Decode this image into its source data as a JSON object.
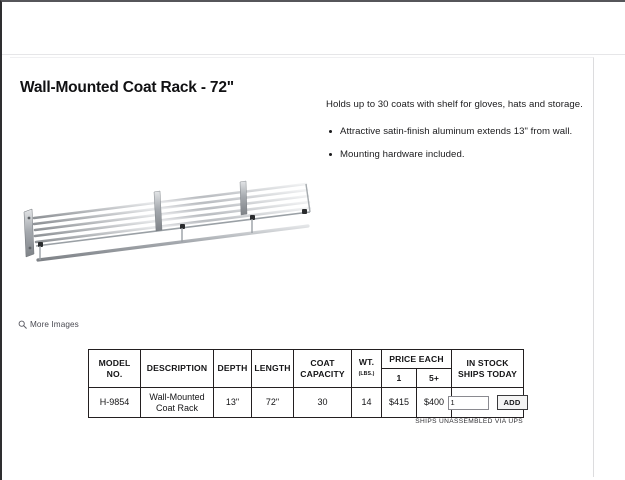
{
  "product": {
    "title": "Wall-Mounted Coat Rack - 72\"",
    "intro": "Holds up to 30 coats with shelf for gloves, hats and storage.",
    "features": [
      "Attractive satin-finish aluminum extends 13\" from wall.",
      "Mounting hardware included."
    ],
    "image_alt": "wall-mounted-coat-rack-chrome"
  },
  "gallery": {
    "more_images_label": "More Images",
    "search_icon": "magnifier-icon"
  },
  "spec_table": {
    "headers": {
      "model_no": "MODEL NO.",
      "model_no_line1": "MODEL",
      "model_no_line2": "NO.",
      "description": "DESCRIPTION",
      "depth": "DEPTH",
      "length": "LENGTH",
      "coat_capacity_line1": "COAT",
      "coat_capacity_line2": "CAPACITY",
      "weight": "WT.",
      "weight_unit": "(LBS.)",
      "price_each": "PRICE EACH",
      "price_qty_1": "1",
      "price_qty_5plus": "5+",
      "stock_line1": "IN STOCK",
      "stock_line2": "SHIPS TODAY"
    },
    "row": {
      "model_no": "H-9854",
      "description_line1": "Wall-Mounted",
      "description_line2": "Coat Rack",
      "depth": "13\"",
      "length": "72\"",
      "coat_capacity": "30",
      "weight": "14",
      "price_1": "$415",
      "price_5plus": "$400",
      "qty_value": "1",
      "qty_placeholder": "1",
      "add_label": "ADD"
    }
  },
  "footer": {
    "shipping_note": "SHIPS UNASSEMBLED VIA UPS"
  },
  "colors": {
    "stock_green": "#137a2f",
    "text": "#141416",
    "table_border": "#231f20"
  }
}
